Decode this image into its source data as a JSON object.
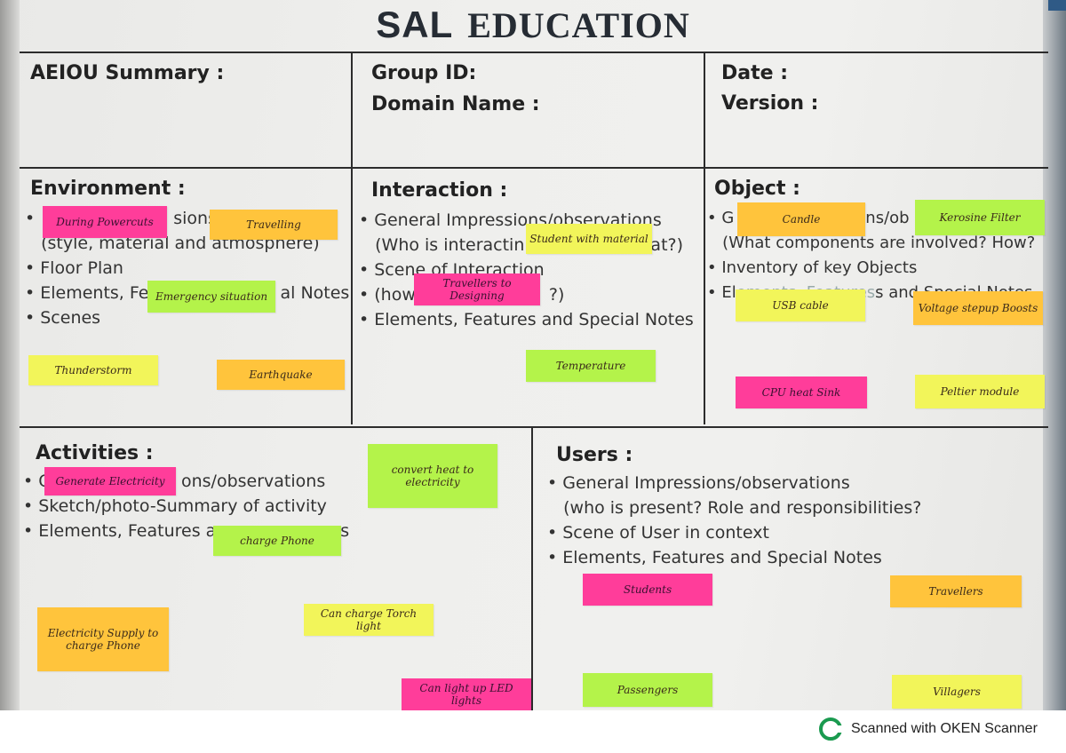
{
  "header": {
    "brand": "SAL",
    "subtitle": "EDUCATION"
  },
  "top": {
    "summary_label": "AEIOU Summary :",
    "group_label": "Group ID:",
    "domain_label": "Domain Name :",
    "date_label": "Date :",
    "version_label": "Version :"
  },
  "environment": {
    "title": "Environment :",
    "bullets": [
      "",
      "",
      "Floor Plan",
      "Elements, Fe",
      "Scenes"
    ],
    "fragments": {
      "b1": "sions,",
      "b2": "(style, material and atmosphere)",
      "b4_end": "al Notes"
    }
  },
  "interaction": {
    "title": "Interaction :",
    "bullets": [
      "General Impressions/observations",
      "(Who is interactin",
      "Scene of Interaction",
      "(how",
      "Elements, Features and Special Notes"
    ],
    "fragments": {
      "b2_end": "hat?)",
      "b4_end": "?)"
    }
  },
  "object": {
    "title": "Object :",
    "bullets": [
      "G",
      "(What components are involved? How?",
      "Inventory of key Objects",
      "El"
    ],
    "fragments": {
      "b1_end": "ns/ob",
      "b4_end": "s and Special Notes",
      "b4_mid": "ements, Features"
    }
  },
  "activities": {
    "title": "Activities :",
    "bullets": [
      "G",
      "Sketch/photo-Summary of activity",
      "Elements, Features a"
    ],
    "fragments": {
      "b1_end": "ons/observations",
      "b3_end": "s"
    }
  },
  "users": {
    "title": "Users :",
    "bullets": [
      "General Impressions/observations",
      "(who is present? Role and responsibilities?",
      "Scene of User in context",
      "Elements, Features and Special Notes"
    ]
  },
  "notes": {
    "env_during_powercuts": "During Powercuts",
    "env_travelling": "Travelling",
    "env_emergency": "Emergency situation",
    "env_thunderstorm": "Thunderstorm",
    "env_earthquake": "Earthquake",
    "int_student_material": "Student with material",
    "int_travellers_designing": "Travellers to Designing",
    "int_temperature": "Temperature",
    "obj_candle": "Candle",
    "obj_kerosene_filter": "Kerosine Filter",
    "obj_usb_cable": "USB cable",
    "obj_voltage_boosts": "Voltage stepup Boosts",
    "obj_cpu_heat_sink": "CPU heat Sink",
    "obj_peltier_module": "Peltier module",
    "act_generate_electricity": "Generate Electricity",
    "act_convert_heat": "convert heat to electricity",
    "act_charge_phone": "charge Phone",
    "act_electricity_supply": "Electricity Supply to charge Phone",
    "act_charge_torch": "Can charge Torch light",
    "act_led_lights": "Can light up LED lights",
    "usr_students": "Students",
    "usr_travellers": "Travellers",
    "usr_passengers": "Passengers",
    "usr_villagers": "Villagers"
  },
  "footer": {
    "scanner_text": "Scanned with OKEN Scanner",
    "icon": "oken-logo-icon"
  },
  "colors": {
    "pink": "#ff3d9a",
    "yellow": "#f2f55a",
    "orange": "#ffc43c",
    "green": "#b4f34a",
    "ink": "#262c34"
  }
}
